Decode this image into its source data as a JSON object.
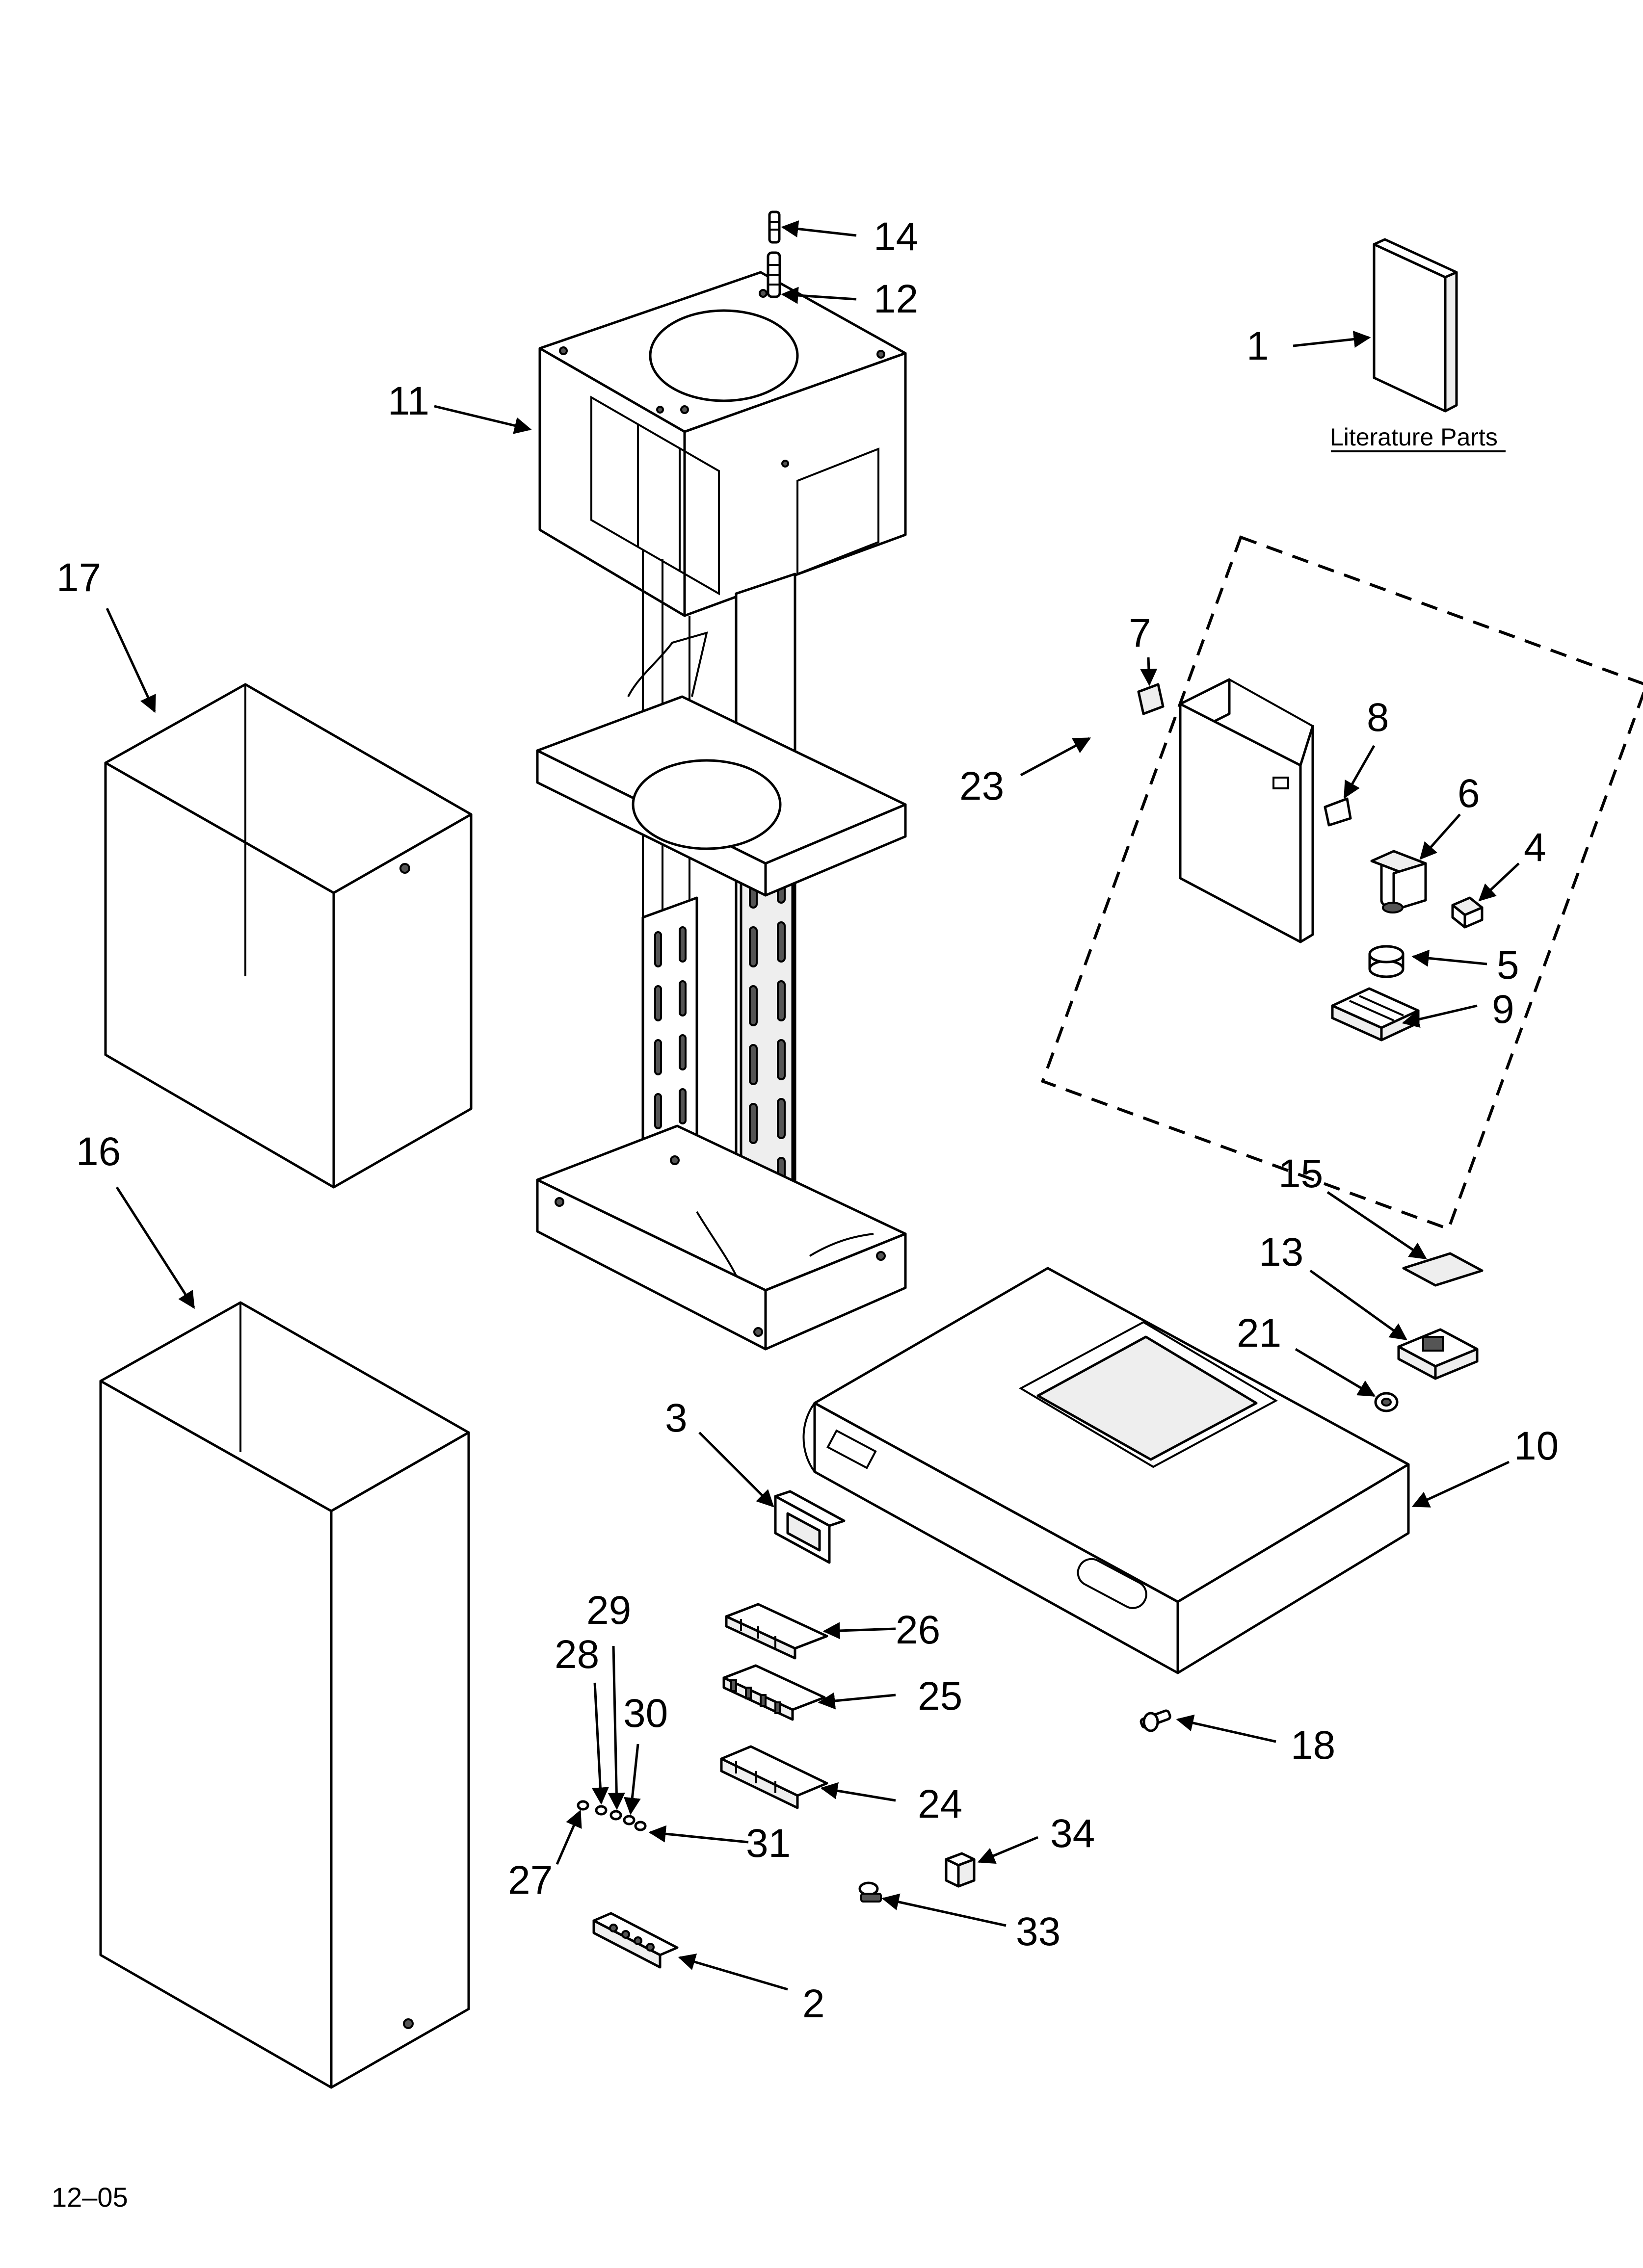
{
  "literature_label": "Literature Parts",
  "page_code": "12–05",
  "callouts": {
    "c1": "1",
    "c2": "2",
    "c3": "3",
    "c4": "4",
    "c5": "5",
    "c6": "6",
    "c7": "7",
    "c8": "8",
    "c9": "9",
    "c10": "10",
    "c11": "11",
    "c12": "12",
    "c13": "13",
    "c14": "14",
    "c15": "15",
    "c16": "16",
    "c17": "17",
    "c18": "18",
    "c21": "21",
    "c23": "23",
    "c24": "24",
    "c25": "25",
    "c26": "26",
    "c27": "27",
    "c28": "28",
    "c29": "29",
    "c30": "30",
    "c31": "31",
    "c33": "33",
    "c34": "34"
  }
}
